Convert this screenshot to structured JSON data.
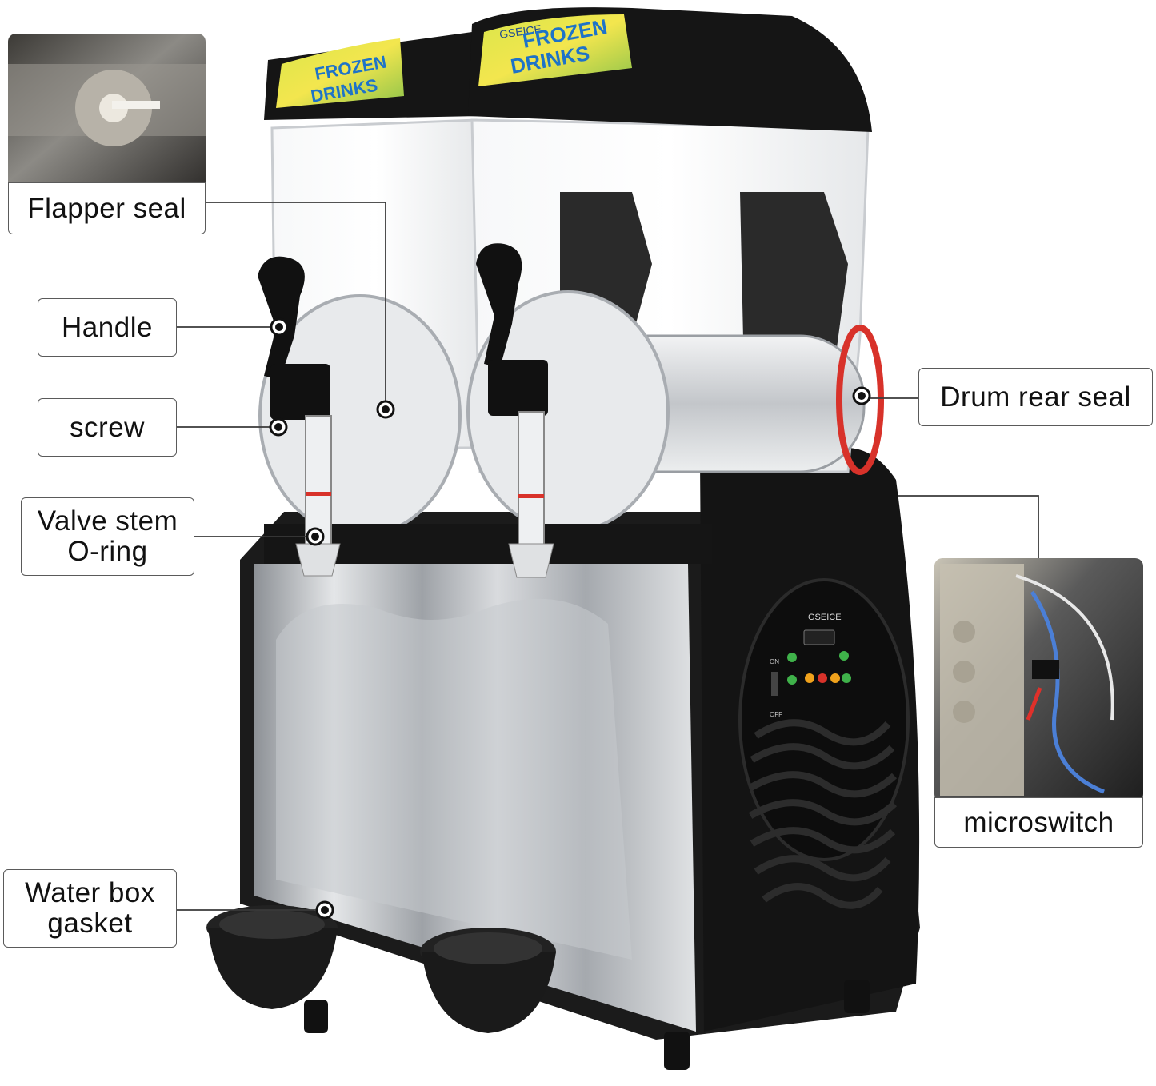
{
  "callouts": {
    "flapper_seal": "Flapper seal",
    "handle": "Handle",
    "screw": "screw",
    "valve_stem": "Valve stem\nO-ring",
    "water_box": "Water box\ngasket",
    "drum_rear_seal": "Drum rear seal",
    "microswitch": "microswitch"
  },
  "machine": {
    "brand": "GSEICE",
    "lid_text_line1": "FROZEN",
    "lid_text_line2": "DRINKS",
    "switch_on": "ON",
    "switch_off": "OFF"
  },
  "colors": {
    "body": "#161616",
    "steel": "#b9bcc0",
    "lid_art": "#e9e94a",
    "accent_red": "#d8322a",
    "indicator_green": "#3fb24a",
    "indicator_orange": "#f0a21c"
  }
}
